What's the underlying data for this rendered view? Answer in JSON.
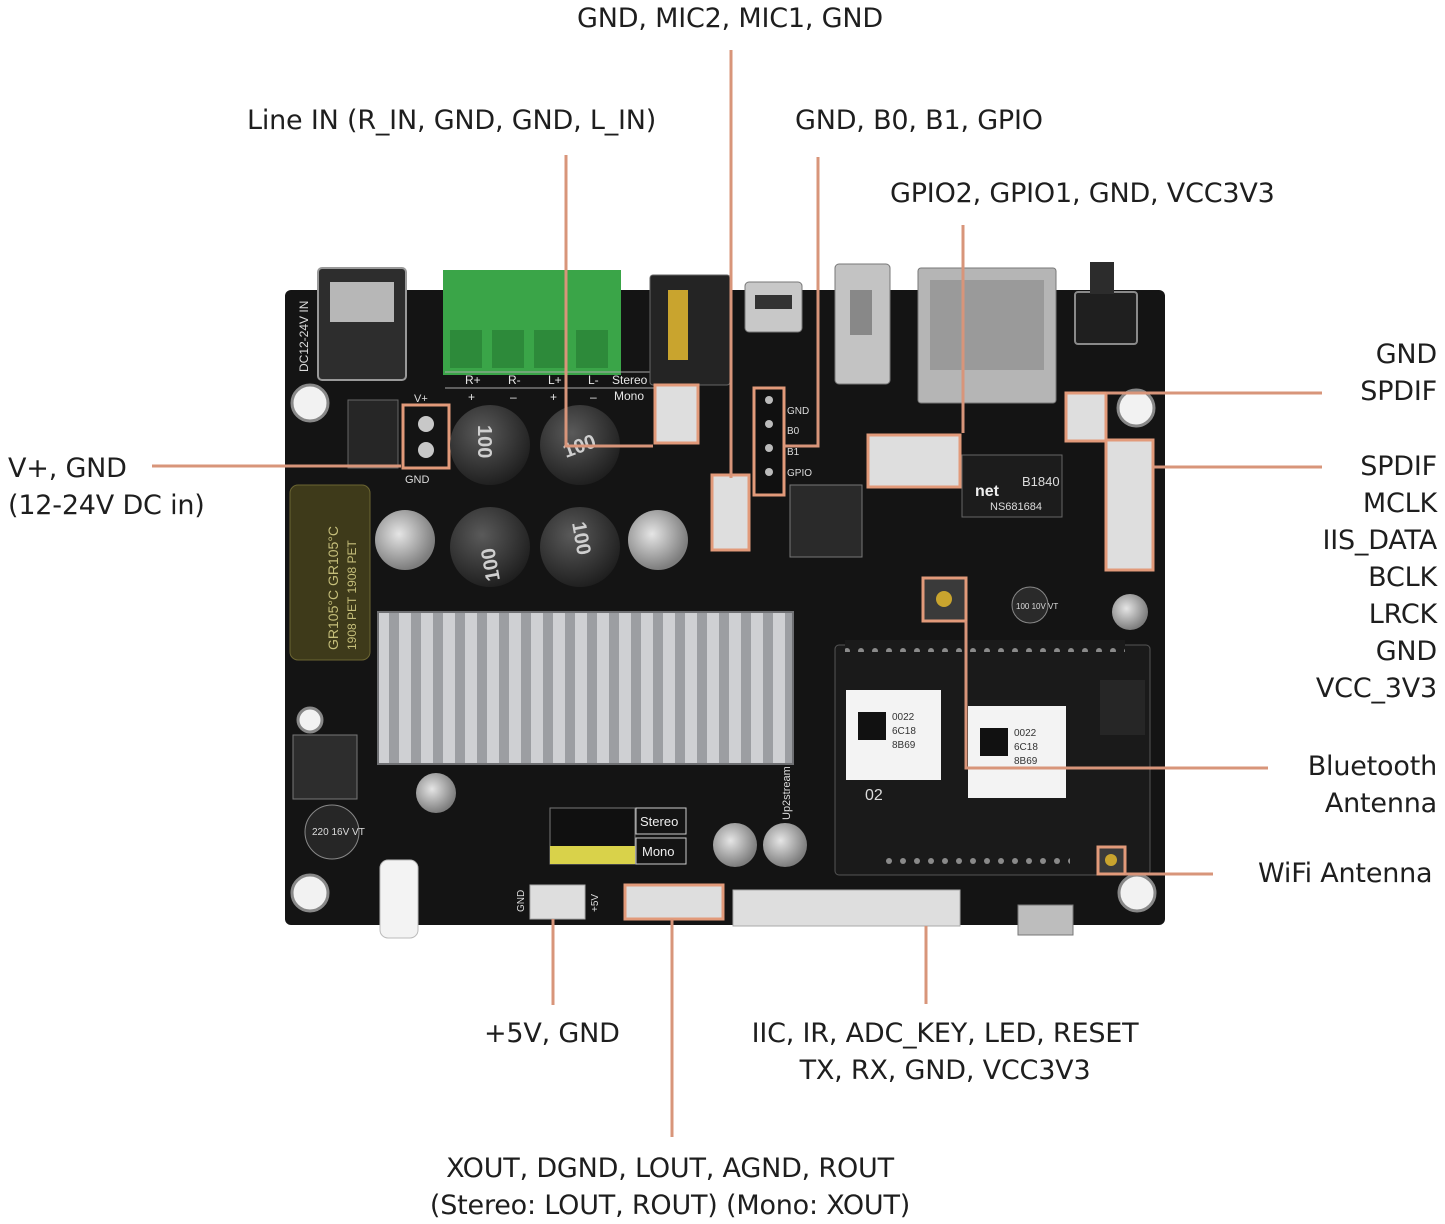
{
  "labels": {
    "mic": "GND, MIC2, MIC1, GND",
    "line_in": "Line IN (R_IN, GND, GND, L_IN)",
    "gpio_b": "GND, B0, B1, GPIO",
    "gpio_vcc": "GPIO2, GPIO1, GND, VCC3V3",
    "spdif_short": [
      "GND",
      "SPDIF"
    ],
    "i2s": [
      "SPDIF",
      "MCLK",
      "IIS_DATA",
      "BCLK",
      "LRCK",
      "GND",
      "VCC_3V3"
    ],
    "power_in": [
      "V+, GND",
      "(12-24V DC in)"
    ],
    "bt_antenna": [
      "Bluetooth",
      "Antenna"
    ],
    "wifi_antenna": "WiFi Antenna",
    "five_v": "+5V, GND",
    "control": [
      "IIC, IR, ADC_KEY, LED, RESET",
      "TX, RX, GND, VCC3V3"
    ],
    "audio_out": [
      "XOUT, DGND, LOUT, AGND, ROUT",
      "(Stereo: LOUT, ROUT) (Mono: XOUT)"
    ]
  },
  "board": {
    "silkscreen_dc": "DC12-24V IN",
    "terminal_pins": [
      "R+",
      "R-",
      "L+",
      "L-"
    ],
    "terminal_signs": [
      "+",
      "–",
      "+",
      "–"
    ],
    "stereo": "Stereo",
    "mono": "Mono",
    "vplus": "V+",
    "gnd": "GND",
    "gnd_pin": "GND",
    "b0": "B0",
    "b1": "B1",
    "gpio": "GPIO",
    "inductor": "100",
    "cap_big_a": "GR105°C  GR105°C",
    "cap_big_b": "1908 PET  1908 PET",
    "cap_small": "220 16V VT",
    "cap_tiny": "100 10V VT",
    "eth_chip": "B1840",
    "eth_brand": "net",
    "eth_part": "NS681684",
    "qr_text": [
      "0022",
      "6C18",
      "8B69"
    ],
    "module_id": "02",
    "board_name": "Up2stream",
    "header_left_gnd": "GND",
    "header_right_5v": "+5V"
  },
  "colors": {
    "board": "#141414",
    "leader": "#d8957a",
    "highlight": "#e29a7a",
    "heatsink": "#b8b9bc",
    "terminal": "#3aa548"
  }
}
